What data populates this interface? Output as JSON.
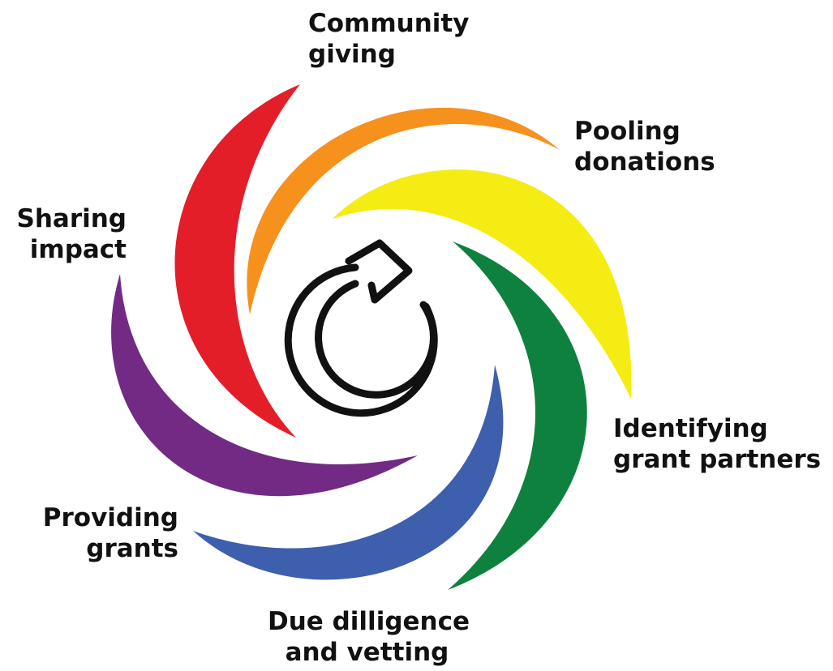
{
  "diagram": {
    "center_icon": "refresh-cycle-icon",
    "stages": [
      {
        "id": "community-giving",
        "line1": "Community",
        "line2": "giving",
        "color": "#F7911E"
      },
      {
        "id": "pooling-donations",
        "line1": "Pooling",
        "line2": "donations",
        "color": "#F5EC13"
      },
      {
        "id": "identifying-grant-partners",
        "line1": "Identifying",
        "line2": "grant partners",
        "color": "#0E813F"
      },
      {
        "id": "due-diligence",
        "line1": "Due dilligence",
        "line2": "and vetting",
        "color": "#3E5FAD"
      },
      {
        "id": "providing-grants",
        "line1": "Providing",
        "line2": "grants",
        "color": "#722A85"
      },
      {
        "id": "sharing-impact",
        "line1": "Sharing",
        "line2": "impact",
        "color": "#E31E29"
      }
    ]
  }
}
